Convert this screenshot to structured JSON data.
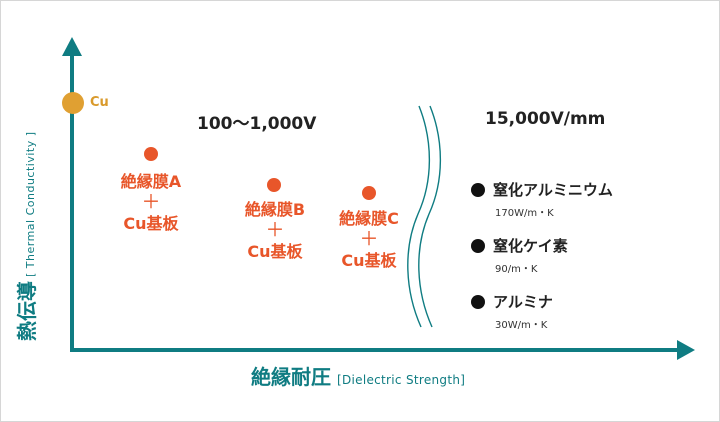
{
  "axes": {
    "y_label_jp": "熱伝導",
    "y_label_en": "[ Thermal Conductivity ]",
    "x_label_jp": "絶縁耐圧",
    "x_label_en": "[Dielectric Strength]"
  },
  "reference": {
    "label": "Cu"
  },
  "ranges": {
    "left": "100〜1,000V",
    "right": "15,000V/mm"
  },
  "films": [
    {
      "name": "絶縁膜A",
      "plus": "＋",
      "base": "Cu基板"
    },
    {
      "name": "絶縁膜B",
      "plus": "＋",
      "base": "Cu基板"
    },
    {
      "name": "絶縁膜C",
      "plus": "＋",
      "base": "Cu基板"
    }
  ],
  "materials": [
    {
      "name": "窒化アルミニウム",
      "value": "170W/m・K"
    },
    {
      "name": "窒化ケイ素",
      "value": "90/m・K"
    },
    {
      "name": "アルミナ",
      "value": "30W/m・K"
    }
  ],
  "colors": {
    "axis": "#0f7c82",
    "accent": "#e8562a",
    "cu": "#e0a032",
    "text": "#222222"
  }
}
